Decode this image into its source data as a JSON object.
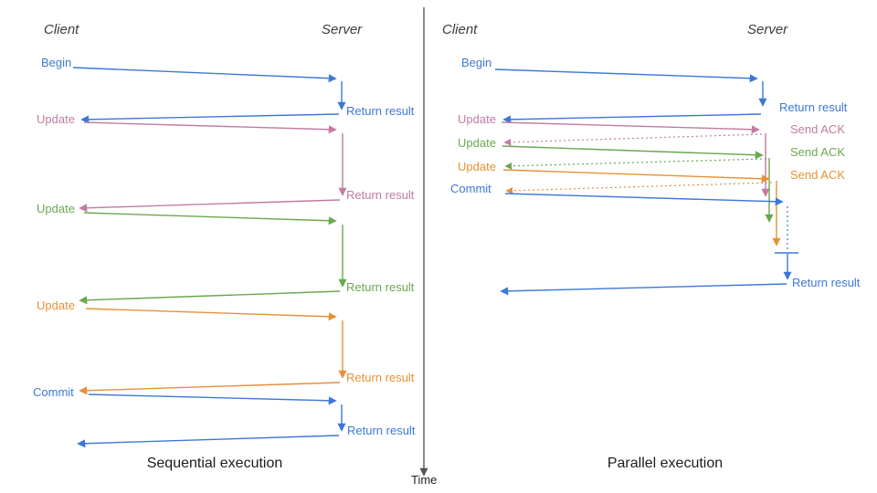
{
  "panels": {
    "left": {
      "title": "Sequential execution",
      "client_header": "Client",
      "server_header": "Server",
      "messages": [
        {
          "label": "Begin",
          "response": "Return result",
          "color": "#3c78d8",
          "response_style": "solid"
        },
        {
          "label": "Update",
          "response": "Return result",
          "color": "#c27ba0",
          "response_style": "solid"
        },
        {
          "label": "Update",
          "response": "Return result",
          "color": "#6aa84f",
          "response_style": "solid"
        },
        {
          "label": "Update",
          "response": "Return result",
          "color": "#e69138",
          "response_style": "solid"
        },
        {
          "label": "Commit",
          "response": "Return result",
          "color": "#3c78d8",
          "response_style": "solid"
        }
      ]
    },
    "right": {
      "title": "Parallel execution",
      "client_header": "Client",
      "server_header": "Server",
      "messages": [
        {
          "label": "Begin",
          "response": "Return result",
          "color": "#3c78d8",
          "response_style": "solid"
        },
        {
          "label": "Update",
          "response": "Send ACK",
          "color": "#c27ba0",
          "response_style": "dotted"
        },
        {
          "label": "Update",
          "response": "Send ACK",
          "color": "#6aa84f",
          "response_style": "dotted"
        },
        {
          "label": "Update",
          "response": "Send ACK",
          "color": "#e69138",
          "response_style": "dotted"
        },
        {
          "label": "Commit",
          "response": "Return result",
          "color": "#3c78d8",
          "response_style": "solid"
        }
      ]
    }
  },
  "time_axis": {
    "label": "Time"
  },
  "colors": {
    "blue": "#3c78d8",
    "pink": "#c27ba0",
    "green": "#6aa84f",
    "orange": "#e69138",
    "axis": "#555555"
  }
}
